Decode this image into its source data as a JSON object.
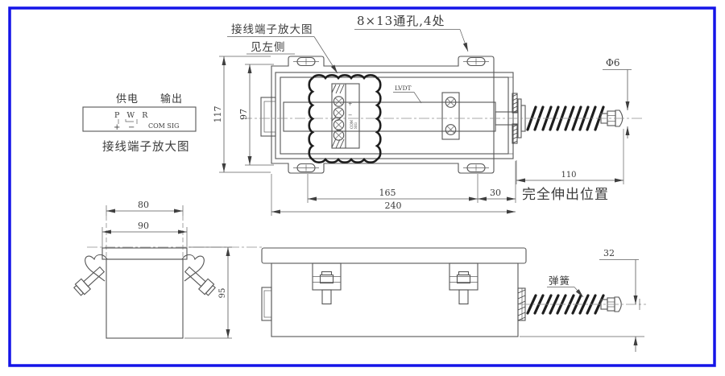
{
  "colors": {
    "frame_blue": "#1414e8",
    "line_dark": "#3f3f3f",
    "line_gray": "#8d8d8d",
    "text": "#3c3c3c"
  },
  "terminal_detail": {
    "supply_label": "供电",
    "output_label": "输出",
    "pin_row": "P W R",
    "plus": "+",
    "minus": "−",
    "com_sig": "COM SIG",
    "caption": "接线端子放大图"
  },
  "top_view": {
    "callout_terminal": {
      "line1": "接线端子放大图",
      "line2": "见左侧"
    },
    "callout_holes": "8×13通孔,4处",
    "lvdt_label": "LVDT",
    "terminal_marks": {
      "plus": "+",
      "minus": "−",
      "com": "COM",
      "sig": "SIG"
    },
    "dims": {
      "overall_height": "117",
      "inner_height": "97",
      "hole_span": "165",
      "edge_offset": "30",
      "overall_length": "240",
      "rod_extension": "110",
      "tip_diameter": "Φ6"
    },
    "extended_position_label": "完全伸出位置"
  },
  "end_view": {
    "dims": {
      "top_width": "80",
      "outer_width": "90",
      "height": "95"
    }
  },
  "side_view": {
    "spring_label": "弹簧",
    "dims": {
      "center_height": "32"
    }
  }
}
